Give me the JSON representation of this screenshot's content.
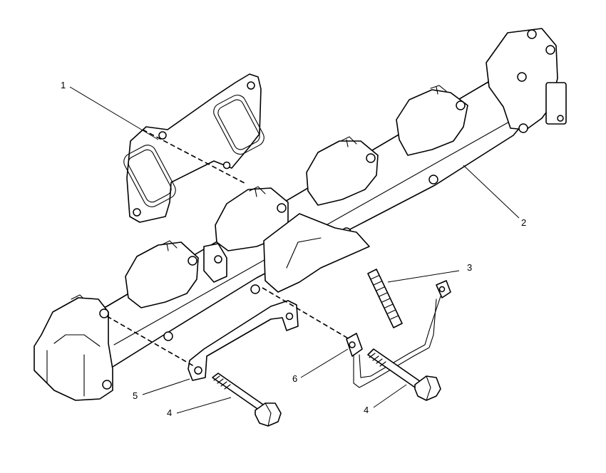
{
  "callouts": {
    "c1": "1",
    "c2": "2",
    "c3": "3",
    "c4a": "4",
    "c4b": "4",
    "c5": "5",
    "c6": "6"
  },
  "colors": {
    "line": "#000000",
    "background": "#ffffff"
  }
}
